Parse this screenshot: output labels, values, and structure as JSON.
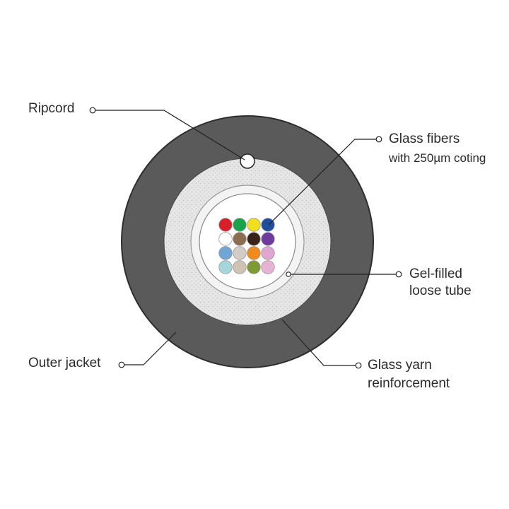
{
  "labels": {
    "ripcord": "Ripcord",
    "glass_fibers_line1": "Glass fibers",
    "glass_fibers_line2": "with 250µm coting",
    "gel_tube_line1": "Gel-filled",
    "gel_tube_line2": "loose tube",
    "outer_jacket": "Outer jacket",
    "yarn_line1": "Glass yarn",
    "yarn_line2": "reinforcement"
  },
  "colors": {
    "jacket": "#5a5a5a",
    "jacket_edge": "#2e2e2e",
    "yarn": "#e6e6e6",
    "yarn_dots": "#bdbdbd",
    "tube_ring": "#f2f2f2",
    "tube_outline": "#9a9a9a",
    "leader_line": "#222222"
  },
  "fiber_colors": [
    [
      "#d71f2a",
      "#1aa34a",
      "#f1de1c",
      "#1f4e9c"
    ],
    [
      "#ffffff",
      "#8c6d4f",
      "#3a2417",
      "#6e3a9c"
    ],
    [
      "#6fa6d6",
      "#d2ccc4",
      "#f08a1c",
      "#e0a6cf"
    ],
    [
      "#a4d6dc",
      "#cfc3b3",
      "#7e9a35",
      "#e7b3d4"
    ]
  ]
}
